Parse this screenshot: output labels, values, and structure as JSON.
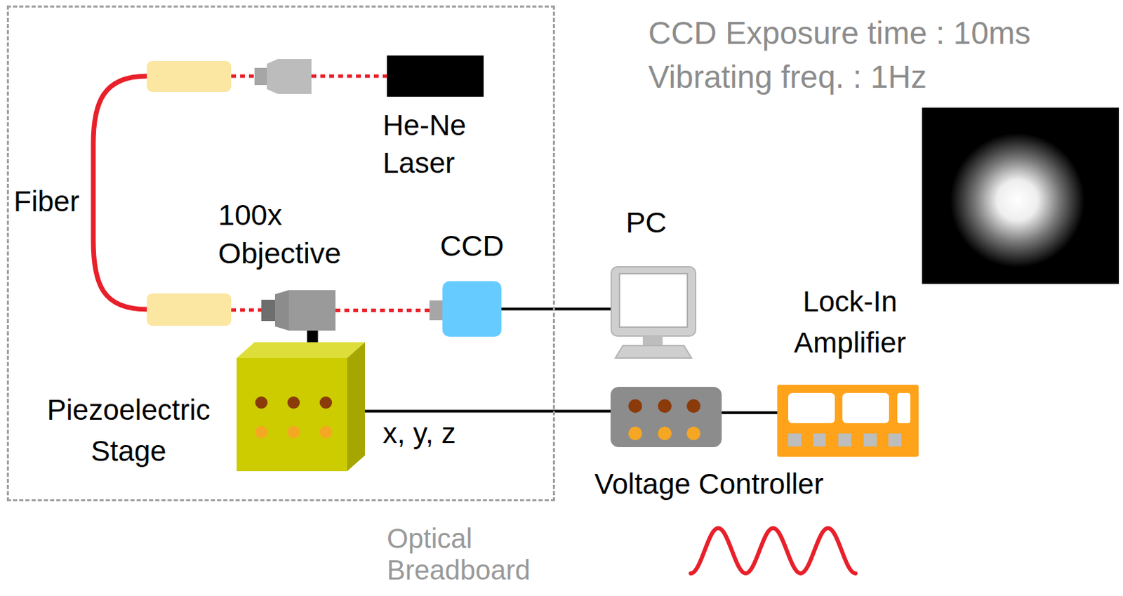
{
  "diagram": {
    "nodes": [
      {
        "text": [
          "Optical Breadboard"
        ]
      },
      {
        "text": [
          "He-Ne Laser"
        ],
        "in": 0
      },
      {
        "text": [
          "100x Objective"
        ],
        "in": 0
      },
      {
        "text": [
          "CCD"
        ],
        "in": 0
      },
      {
        "text": [
          "Piezoelectric Stage"
        ],
        "in": 0
      },
      {
        "text": [
          "PC"
        ]
      },
      {
        "text": [
          "Lock-In Amplifier"
        ]
      },
      {
        "text": [
          "Voltage Controller"
        ]
      }
    ],
    "edges": [
      {
        "from": 2,
        "to": 3,
        "arrow": "none"
      },
      {
        "from": 3,
        "to": 5,
        "arrow": "none"
      },
      {
        "from": 2,
        "to": 4,
        "arrow": "none"
      },
      {
        "from": 4,
        "to": 7,
        "label": "x, y, z",
        "arrow": "none"
      },
      {
        "from": 7,
        "to": 6,
        "arrow": "none"
      }
    ],
    "labels": [
      "Fiber",
      "CCD Exposure time : 10ms",
      "Vibrating freq. : 1Hz"
    ]
  }
}
